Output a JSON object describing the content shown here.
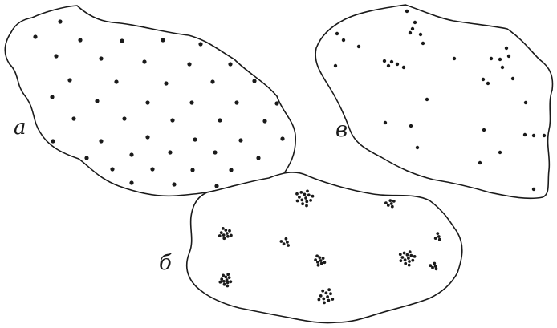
{
  "figure": {
    "ink_color": "#1a1a1a",
    "background": "#ffffff"
  },
  "panels": {
    "a": {
      "label": "a",
      "distribution": "uniform"
    },
    "b": {
      "label": "б",
      "distribution": "clumped"
    },
    "c": {
      "label": "в",
      "distribution": "random"
    }
  }
}
